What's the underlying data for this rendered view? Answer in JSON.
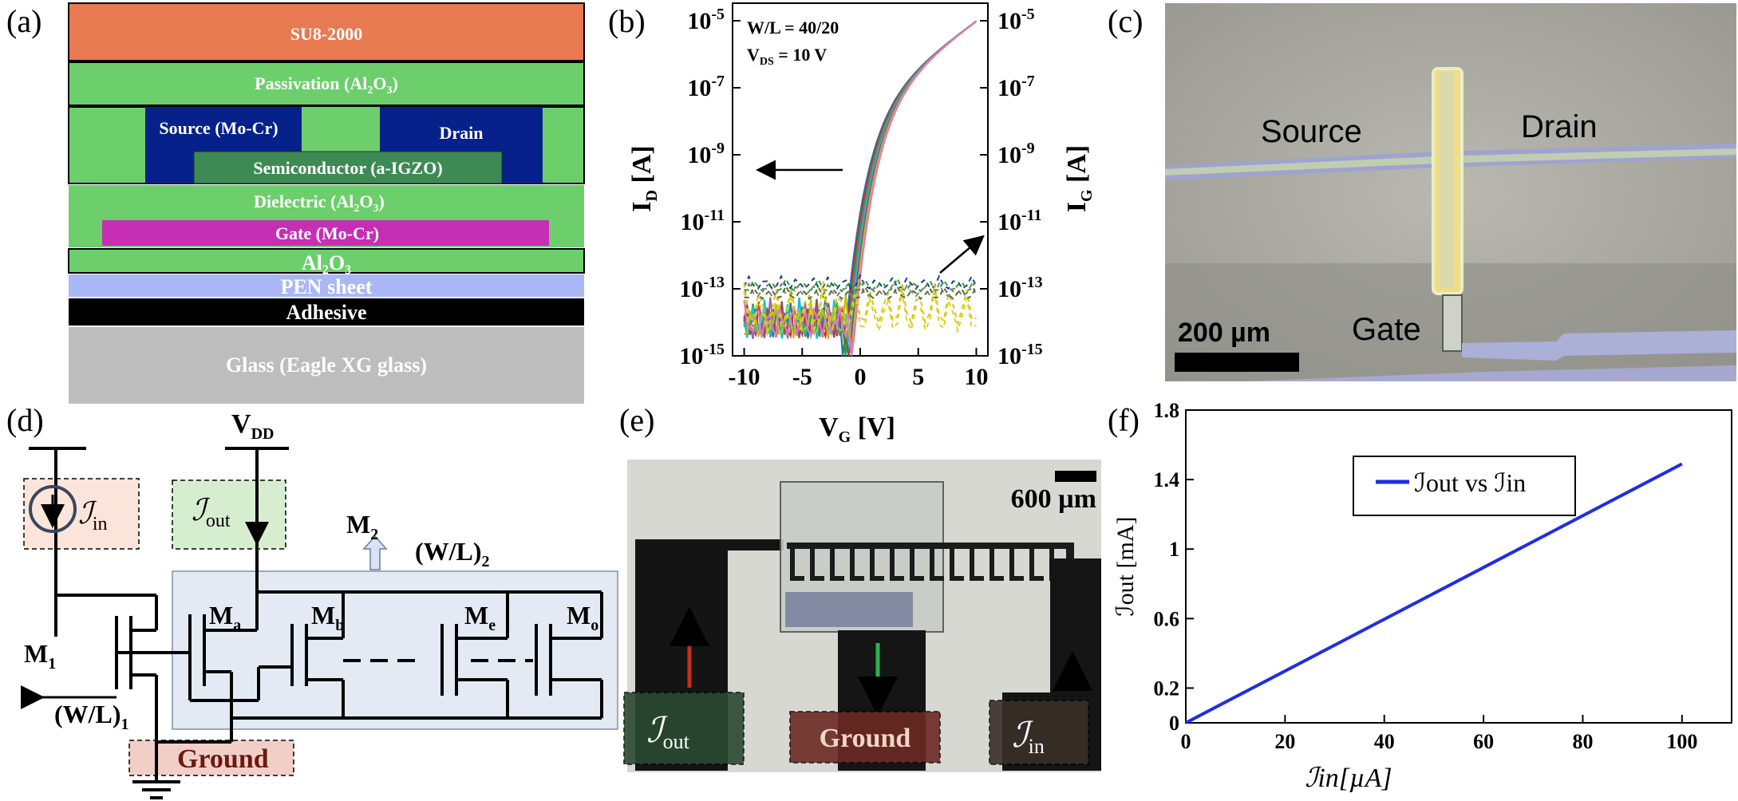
{
  "panels": {
    "a": "(a)",
    "b": "(b)",
    "c": "(c)",
    "d": "(d)",
    "e": "(e)",
    "f": "(f)"
  },
  "stack": {
    "su8": "SU8-2000",
    "passivation": "Passivation (Al",
    "passivation_sub": "2",
    "passivation_mid": "O",
    "passivation_sub2": "3",
    "passivation_end": ")",
    "source": "Source (Mo-Cr)",
    "drain": "Drain",
    "semiconductor": "Semiconductor (a-IGZO)",
    "dielectric": "Dielectric (Al",
    "dielectric_sub": "2",
    "dielectric_mid": "O",
    "dielectric_sub2": "3",
    "dielectric_end": ")",
    "gate": "Gate (Mo-Cr)",
    "al2o3": "Al",
    "al2o3_sub": "2",
    "al2o3_mid": "O",
    "al2o3_sub2": "3",
    "pen": "PEN sheet",
    "adhesive": "Adhesive",
    "glass": "Glass (Eagle XG glass)",
    "colors": {
      "su8": "#e87a52",
      "green": "#6ccf6c",
      "navy": "#07218a",
      "semi": "#3e8a55",
      "gate": "#c42fb4",
      "pen": "#a9b8f4",
      "adhesive": "#000000",
      "glass": "#bdbdbd"
    }
  },
  "transfer": {
    "annot_wl": "W/L = 40/20",
    "annot_vds": "V",
    "annot_vds_sub": "DS",
    "annot_vds_end": " = 10 V",
    "xlabel": "V",
    "xlabel_sub": "G",
    "xlabel_end": " [V]",
    "ylabel_left": "I",
    "ylabel_left_sub": "D",
    "ylabel_left_end": " [A]",
    "ylabel_right": "I",
    "ylabel_right_sub": "G",
    "ylabel_right_end": " [A]",
    "xticks": [
      "-10",
      "-5",
      "0",
      "5",
      "10"
    ],
    "yticks_base": "10",
    "yticks_exp": [
      "-5",
      "-7",
      "-9",
      "-11",
      "-13",
      "-15"
    ]
  },
  "micrograph": {
    "source": "Source",
    "drain": "Drain",
    "gate": "Gate",
    "scale": "200 µm"
  },
  "circuit": {
    "iin": "ℐ",
    "iin_sub": "in",
    "iout": "ℐ",
    "iout_sub": "out",
    "vdd": "V",
    "vdd_sub": "DD",
    "m2": "M",
    "m2_sub": "2",
    "wl2": "(W/L)",
    "wl2_sub": "2",
    "m1": "M",
    "m1_sub": "1",
    "wl1": "(W/L)",
    "wl1_sub": "1",
    "ma": "M",
    "ma_sub": "a",
    "mb": "M",
    "mb_sub": "b",
    "me": "M",
    "me_sub": "e",
    "mo": "M",
    "mo_sub": "o",
    "ground": "Ground"
  },
  "photo": {
    "scale": "600 µm",
    "iout": "ℐ",
    "iout_sub": "out",
    "ground": "Ground",
    "iin": "ℐ",
    "iin_sub": "in"
  },
  "chart_data": {
    "type": "line",
    "title": "",
    "xlabel": "ℐin[µA]",
    "ylabel": "ℐout [mA]",
    "xlim": [
      0,
      110
    ],
    "ylim": [
      0,
      1.8
    ],
    "xticks": [
      "0",
      "20",
      "40",
      "60",
      "80",
      "100"
    ],
    "yticks": [
      "0",
      "0.2",
      "0.6",
      "1",
      "1.4",
      "1.8"
    ],
    "legend_position": "top-center",
    "series": [
      {
        "name": "ℐout vs ℐin",
        "color": "#1f2de6",
        "x": [
          0,
          100
        ],
        "y": [
          0,
          1.49
        ]
      }
    ]
  }
}
